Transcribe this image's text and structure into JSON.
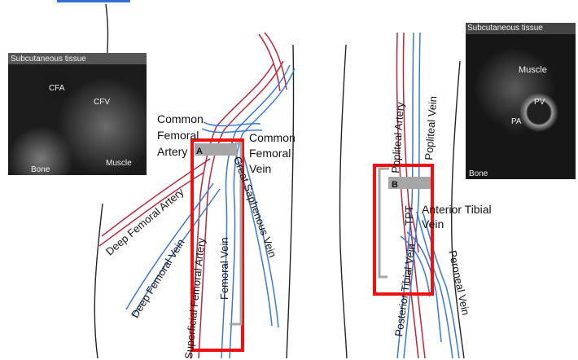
{
  "left_leg": {
    "labels": {
      "common_femoral_artery": "Common Femoral Artery",
      "common_femoral_vein": "Common Femoral Vein",
      "deep_femoral_artery": "Deep Femoral Artery",
      "deep_femoral_vein": "Deep Femoral Vein",
      "superficial_femoral_artery": "Superficial Femoral Artery",
      "femoral_vein": "Femoral Vein",
      "great_saphenous_vein": "Great Saphenous Vein"
    },
    "box_marker": "A",
    "ultrasound": {
      "subcutaneous": "Subcutaneous tissue",
      "cfa": "CFA",
      "cfv": "CFV",
      "muscle": "Muscle",
      "bone": "Bone"
    }
  },
  "right_leg": {
    "labels": {
      "popliteal_artery": "Popliteal Artery",
      "popliteal_vein": "Popliteal Vein",
      "anterior_tibial_vein": "Anterior Tibial Vein",
      "tpt": "TPT",
      "posterior_tibial_vein": "Posterior Tibial Vein",
      "peroneal_vein": "Peroneal Vein"
    },
    "box_marker": "B",
    "ultrasound": {
      "subcutaneous": "Subcutaneous tissue",
      "muscle": "Muscle",
      "pv": "PV",
      "pa": "PA",
      "bone": "Bone"
    }
  },
  "colors": {
    "artery": "#c0243a",
    "vein": "#3a78d8",
    "highlight_box": "#ee1111",
    "marker_bar": "#a6a6a6",
    "bracket": "#a6a6a6",
    "link_line": "#2f6fd6"
  }
}
